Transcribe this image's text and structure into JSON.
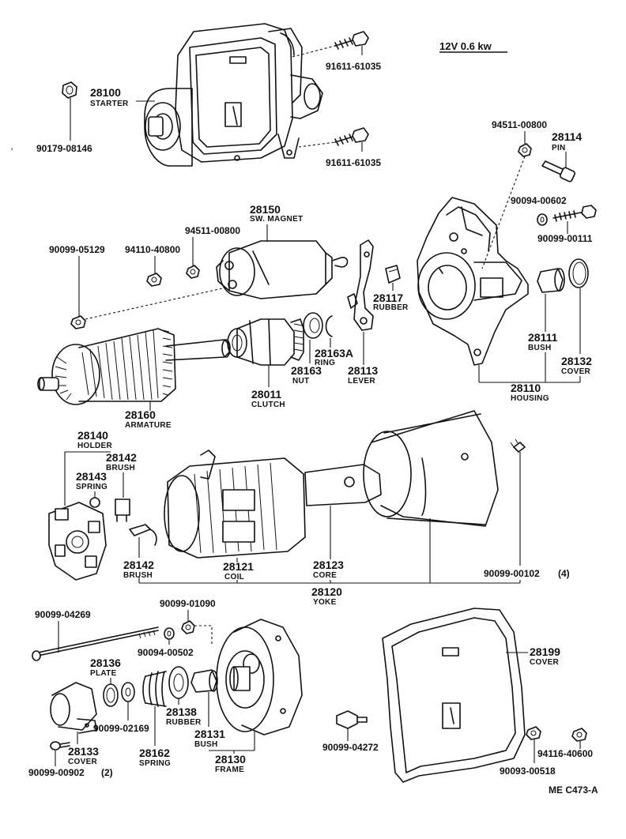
{
  "header": {
    "rating": "12V 0.6 kw"
  },
  "footer": {
    "code": "ME C473-A"
  },
  "parts": {
    "p28100": {
      "num": "28100",
      "name": "STARTER"
    },
    "p90179_08146": {
      "num": "90179-08146"
    },
    "p91611_61035_a": {
      "num": "91611-61035"
    },
    "p91611_61035_b": {
      "num": "91611-61035"
    },
    "p94511_00800_a": {
      "num": "94511-00800"
    },
    "p28114": {
      "num": "28114",
      "name": "PIN"
    },
    "p90094_00602": {
      "num": "90094-00602"
    },
    "p90099_00111": {
      "num": "90099-00111"
    },
    "p28150": {
      "num": "28150",
      "name": "SW. MAGNET"
    },
    "p94511_00800_b": {
      "num": "94511-00800"
    },
    "p90099_05129": {
      "num": "90099-05129"
    },
    "p94110_40800": {
      "num": "94110-40800"
    },
    "p28117": {
      "num": "28117",
      "name": "RUBBER"
    },
    "p28163A": {
      "num": "28163A",
      "name": "RING"
    },
    "p28163": {
      "num": "28163",
      "name": "NUT"
    },
    "p28113": {
      "num": "28113",
      "name": "LEVER"
    },
    "p28011": {
      "num": "28011",
      "name": "CLUTCH"
    },
    "p28111": {
      "num": "28111",
      "name": "BUSH"
    },
    "p28132": {
      "num": "28132",
      "name": "COVER"
    },
    "p28110": {
      "num": "28110",
      "name": "HOUSING"
    },
    "p28160": {
      "num": "28160",
      "name": "ARMATURE"
    },
    "p28140": {
      "num": "28140",
      "name": "HOLDER"
    },
    "p28142a": {
      "num": "28142",
      "name": "BRUSH"
    },
    "p28143": {
      "num": "28143",
      "name": "SPRING"
    },
    "p28142b": {
      "num": "28142",
      "name": "BRUSH"
    },
    "p28121": {
      "num": "28121",
      "name": "COIL"
    },
    "p28123": {
      "num": "28123",
      "name": "CORE"
    },
    "p28120": {
      "num": "28120",
      "name": "YOKE"
    },
    "p90099_00102": {
      "num": "90099-00102",
      "qty": "(4)"
    },
    "p90099_04269": {
      "num": "90099-04269"
    },
    "p90099_01090": {
      "num": "90099-01090"
    },
    "p90094_00502": {
      "num": "90094-00502"
    },
    "p28136": {
      "num": "28136",
      "name": "PLATE"
    },
    "p90099_02169": {
      "num": "90099-02169"
    },
    "p28138": {
      "num": "28138",
      "name": "RUBBER"
    },
    "p28131": {
      "num": "28131",
      "name": "BUSH"
    },
    "p28162": {
      "num": "28162",
      "name": "SPRING"
    },
    "p28130": {
      "num": "28130",
      "name": "FRAME"
    },
    "p28133": {
      "num": "28133",
      "name": "COVER"
    },
    "p90099_00902": {
      "num": "90099-00902",
      "qty": "(2)"
    },
    "p28199": {
      "num": "28199",
      "name": "COVER"
    },
    "p90099_04272": {
      "num": "90099-04272"
    },
    "p90093_00518": {
      "num": "90093-00518"
    },
    "p94116_40600": {
      "num": "94116-40600"
    }
  }
}
